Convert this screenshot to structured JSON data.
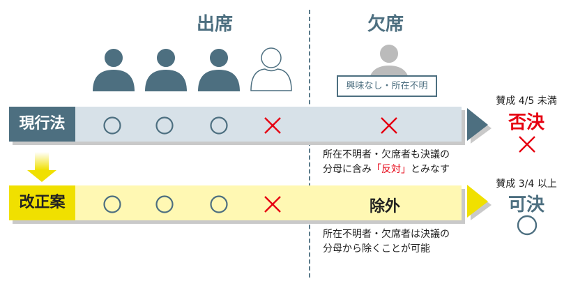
{
  "headers": {
    "present": "出席",
    "absent": "欠席"
  },
  "absent_label": "興味なし・所在不明",
  "rows": [
    {
      "label": "現行法",
      "votes": [
        "circle",
        "circle",
        "circle",
        "cross"
      ],
      "absent_mark": "cross",
      "condition": "賛成 4/5 未満",
      "result": "否決",
      "result_mark": "cross",
      "result_color": "#e60012",
      "note_line1": "所在不明者・欠席者も決議の",
      "note_line2_pre": "分母に含み",
      "note_line2_em": "「反対」",
      "note_line2_post": "とみなす"
    },
    {
      "label": "改正案",
      "votes": [
        "circle",
        "circle",
        "circle",
        "cross"
      ],
      "absent_text": "除外",
      "condition": "賛成 3/4 以上",
      "result": "可決",
      "result_mark": "circle",
      "result_color": "#4d6f80",
      "note_line1": "所在不明者・欠席者は決議の",
      "note_line2": "分母から除くことが可能"
    }
  ],
  "colors": {
    "slate": "#4d6f80",
    "red": "#e60012",
    "yellow": "#f0e000",
    "light_blue": "#d7e1e8",
    "light_yellow": "#fff8b3"
  }
}
